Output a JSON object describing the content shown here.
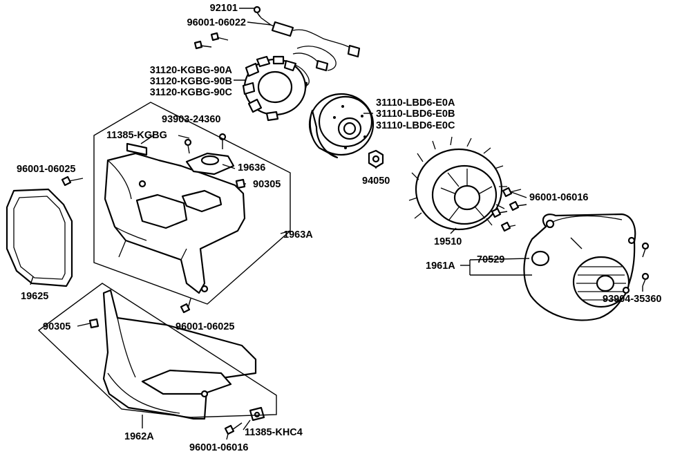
{
  "labels": {
    "p92101": "92101",
    "p96001_06022": "96001-06022",
    "p31120_a": "31120-KGBG-90A",
    "p31120_b": "31120-KGBG-90B",
    "p31120_c": "31120-KGBG-90C",
    "p93903": "93903-24360",
    "p11385_kgbg": "11385-KGBG",
    "p19636": "19636",
    "p96001_06025_top": "96001-06025",
    "p90305_top": "90305",
    "p1963a": "1963A",
    "p19625": "19625",
    "p96001_06025_bot": "96001-06025",
    "p90305_bot": "90305",
    "p1962a": "1962A",
    "p96001_06016_bot": "96001-06016",
    "p11385_khc4": "11385-KHC4",
    "p31110_a": "31110-LBD6-E0A",
    "p31110_b": "31110-LBD6-E0B",
    "p31110_c": "31110-LBD6-E0C",
    "p94050": "94050",
    "p19510": "19510",
    "p96001_06016_right": "96001-06016",
    "p70529": "70529",
    "p1961a": "1961A",
    "p93904": "93904-35360"
  }
}
